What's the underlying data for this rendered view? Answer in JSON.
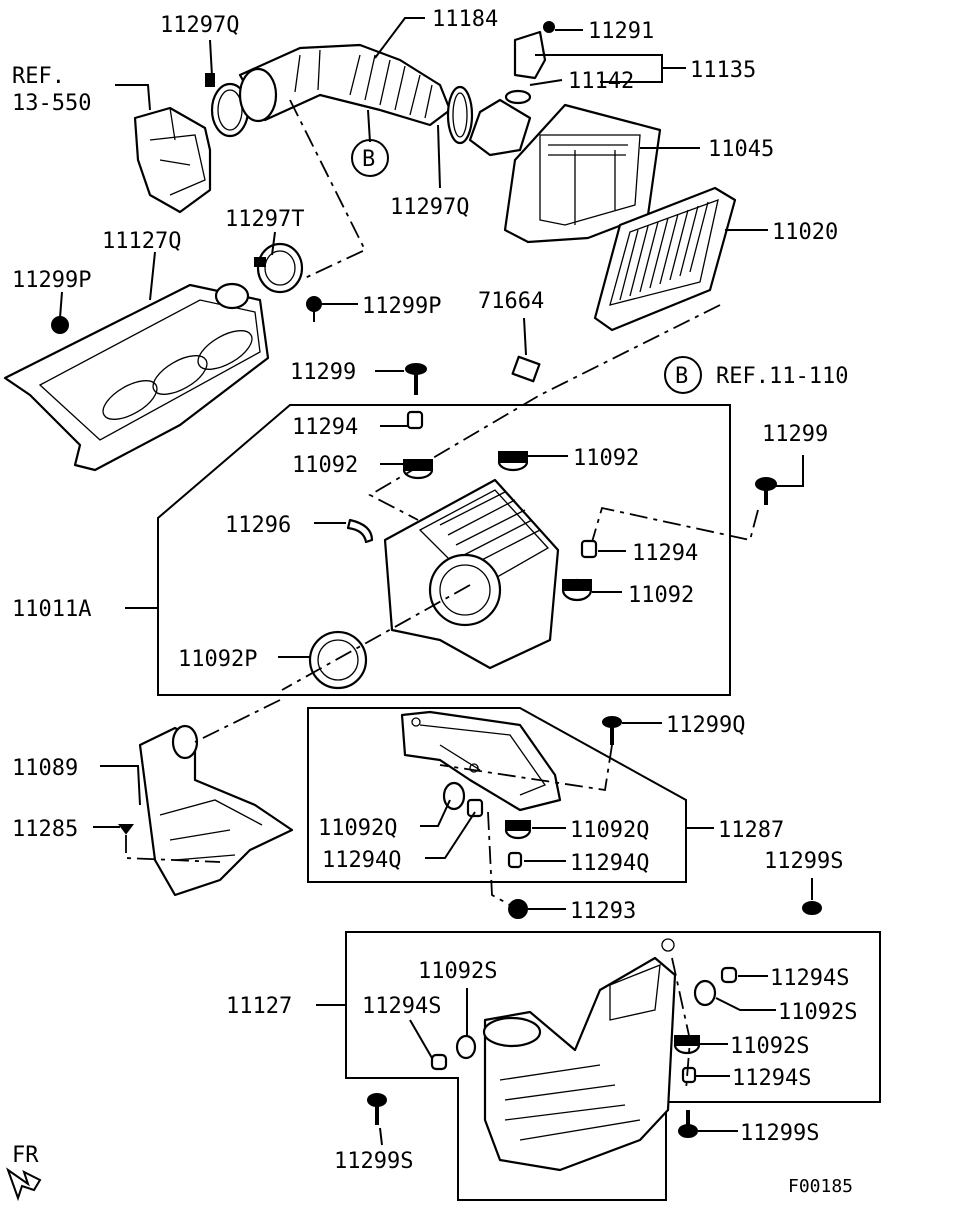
{
  "labels": {
    "l_11297Q_top": "11297Q",
    "l_11184": "11184",
    "l_11291": "11291",
    "l_ref_13_550_a": "REF.",
    "l_ref_13_550_b": "13-550",
    "l_11142": "11142",
    "l_11135": "11135",
    "l_B_top": "B",
    "l_11045": "11045",
    "l_11297Q_mid": "11297Q",
    "l_11297T": "11297T",
    "l_11020": "11020",
    "l_11127Q": "11127Q",
    "l_11299P_left": "11299P",
    "l_11299P_right": "11299P",
    "l_71664": "71664",
    "l_B_right": "B",
    "l_ref_11_110": "REF.11-110",
    "l_11299_a": "11299",
    "l_11294_a": "11294",
    "l_11092_a": "11092",
    "l_11092_b": "11092",
    "l_11299_b": "11299",
    "l_11296": "11296",
    "l_11294_b": "11294",
    "l_11011A": "11011A",
    "l_11092_c": "11092",
    "l_11092P": "11092P",
    "l_11299Q": "11299Q",
    "l_11089": "11089",
    "l_11092Q_left": "11092Q",
    "l_11092Q_right": "11092Q",
    "l_11287": "11287",
    "l_11285": "11285",
    "l_11294Q_left": "11294Q",
    "l_11294Q_right": "11294Q",
    "l_11299S_top": "11299S",
    "l_11293": "11293",
    "l_11092S_a": "11092S",
    "l_11294S_right": "11294S",
    "l_11127": "11127",
    "l_11294S_left": "11294S",
    "l_11092S_b": "11092S",
    "l_11092S_c": "11092S",
    "l_11294S_low": "11294S",
    "l_11299S_right": "11299S",
    "l_11299S_bottom": "11299S",
    "l_fr": "FR",
    "l_code": "F00185"
  }
}
